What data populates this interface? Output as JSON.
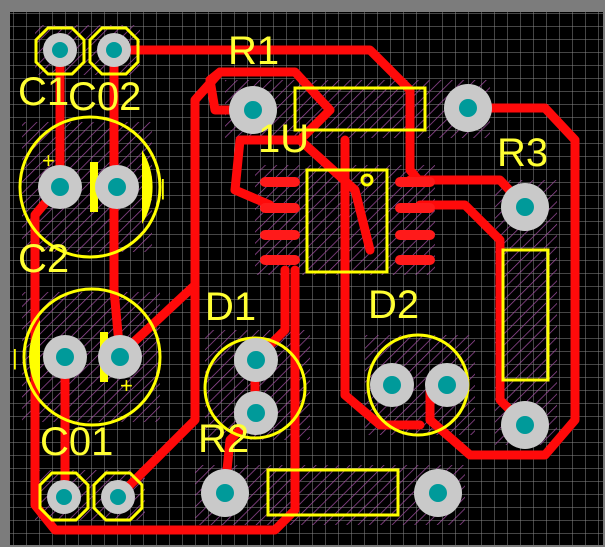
{
  "colors": {
    "board": "#000000",
    "grid": "#8a8a8a",
    "trace": "#ff0a0a",
    "silk": "#ffff00",
    "pad": "#c9c9c9",
    "drill": "#009a9a",
    "hatch": "#8f3f8f",
    "frame": "#7c7c7c"
  },
  "labels": {
    "r1": "R1",
    "u1": "1U",
    "r3": "R3",
    "c1": "C1",
    "c02": "C02",
    "c2": "C2",
    "d1": "D1",
    "d2": "D2",
    "c01": "C01",
    "r2": "R2"
  },
  "silk_marks": {
    "plus": "+",
    "bar": "|"
  }
}
